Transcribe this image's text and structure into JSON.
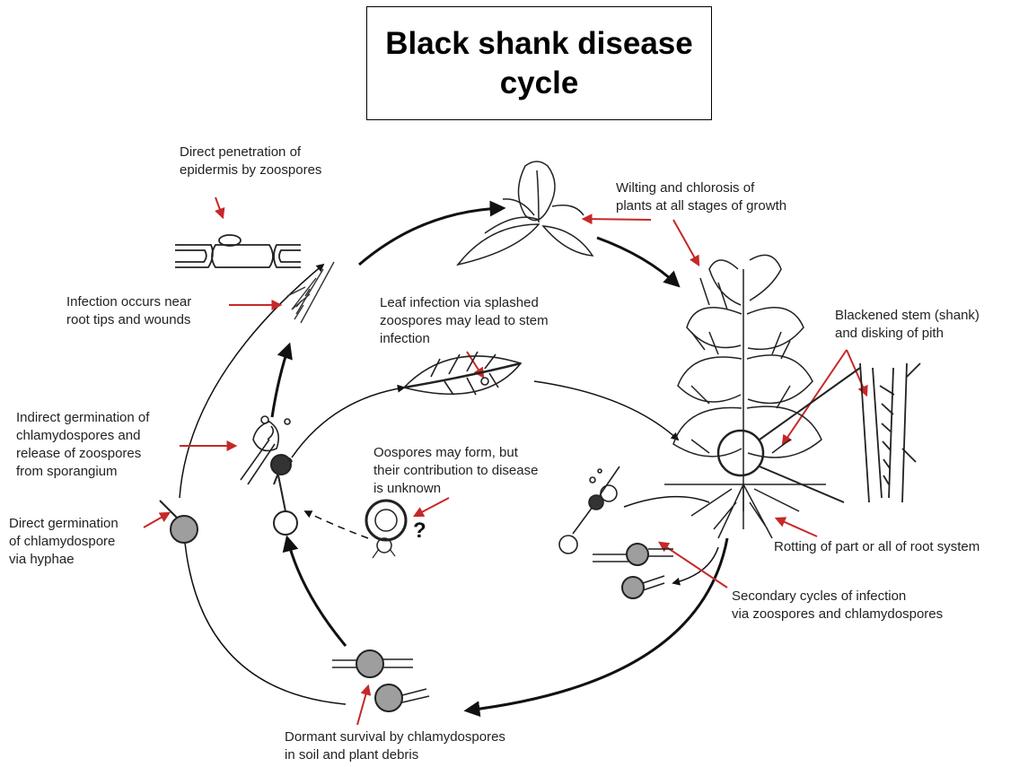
{
  "title": {
    "line1": "Black shank disease",
    "line2": "cycle"
  },
  "labels": {
    "direct_penetration": "Direct penetration of\nepidermis by zoospores",
    "wilting": "Wilting and chlorosis of\nplants at all stages of growth",
    "infection_root_tips": "Infection occurs near\nroot tips and wounds",
    "leaf_infection": "Leaf infection via splashed\nzoospores may lead to stem\ninfection",
    "blackened_stem": "Blackened stem (shank)\nand disking of pith",
    "indirect_germination": "Indirect germination of\nchlamydospores and\nrelease of zoospores\nfrom sporangium",
    "oospores": "Oospores may form, but\ntheir contribution to disease\nis unknown",
    "question_mark": "?",
    "direct_germination": "Direct germination\nof chlamydospore\nvia hyphae",
    "rotting": "Rotting of part or all of root system",
    "secondary_cycles": "Secondary cycles of infection\nvia zoospores and chlamydospores",
    "dormant_survival": "Dormant survival by chlamydospores\nin soil and plant debris"
  },
  "colors": {
    "annotation_arrow": "#c62828",
    "cycle_arrow": "#111111",
    "spore_fill": "#9e9e9e"
  }
}
